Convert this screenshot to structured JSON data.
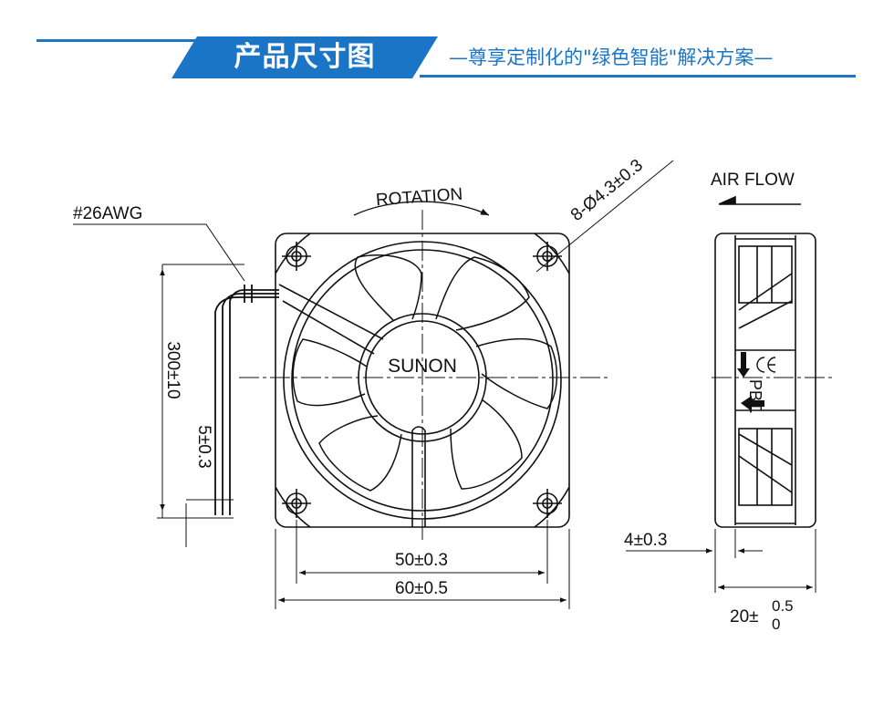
{
  "header": {
    "title": "产品尺寸图",
    "subtitle": "—尊享定制化的\"绿色智能\"解决方案—"
  },
  "colors": {
    "accent": "#1a75c7",
    "line": "#111111"
  },
  "diagram": {
    "wire_gauge": "#26AWG",
    "rotation_label": "ROTATION",
    "hole_spec": "8-Ø4.3±0.3",
    "airflow_label": "AIR FLOW",
    "brand": "SUNON",
    "lead_length": "300±10",
    "strip_length": "5±0.3",
    "hole_spacing": "50±0.3",
    "frame_width": "60±0.5",
    "flange_thickness": "4±0.3",
    "depth_base": "20±",
    "depth_tol_upper": "0.5",
    "depth_tol_lower": "0",
    "side_marking": "PBT."
  }
}
